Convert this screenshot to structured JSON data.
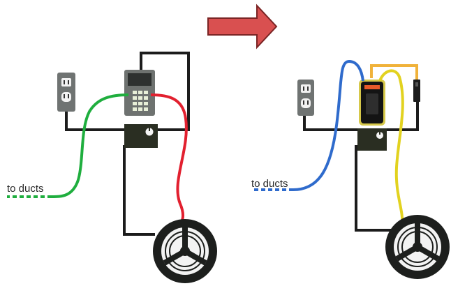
{
  "left_panel": {
    "duct_label": "to ducts",
    "duct_hose_color": "#1fae3e",
    "pressure_hose_color": "#e2202f",
    "gauge": "digital-manometer"
  },
  "right_panel": {
    "duct_label": "to ducts",
    "duct_hose_color": "#2f6bcc",
    "pressure_hose_color": "#e2d21f",
    "aux_hose_color": "#f0b23a",
    "gauge": "handheld-pressure-gauge"
  },
  "transition_arrow": {
    "color": "#d95050",
    "icon": "right-arrow-icon"
  },
  "components": {
    "outlet": "wall-outlet-icon",
    "controller": "fan-controller-box",
    "fan": "blower-fan-icon"
  }
}
